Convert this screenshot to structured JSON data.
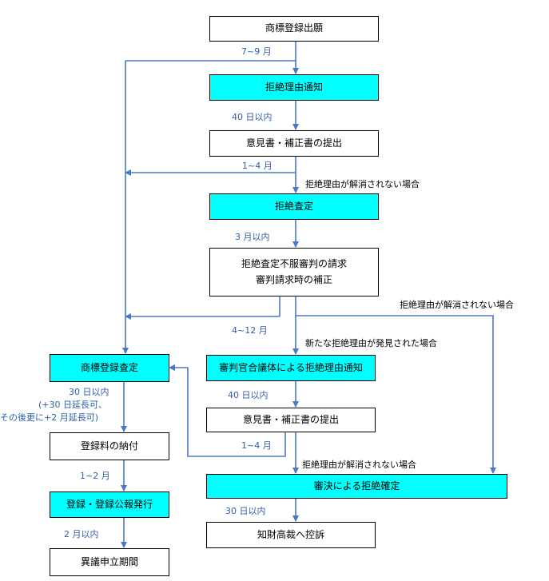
{
  "boxes": {
    "application": "商標登録出願",
    "rejection_notice": "拒絶理由通知",
    "response1": "意見書・補正書の提出",
    "rejection_decision": "拒絶査定",
    "appeal_line1": "拒絶査定不服審判の請求",
    "appeal_line2": "審判請求時の補正",
    "registration_decision": "商標登録査定",
    "panel_notice": "審判官合議体による拒絶理由通知",
    "response2": "意見書・補正書の提出",
    "fee_payment": "登録料の納付",
    "final_rejection": "審決による拒絶確定",
    "publication": "登録・登録公報発行",
    "ip_court": "知財高裁へ控訴",
    "opposition": "異議申立期間"
  },
  "labels": {
    "t_7_9": "7~9 月",
    "t_40a": "40 日以内",
    "t_1_4a": "1~4 月",
    "cond_not_resolved1": "拒絶理由が解消されない場合",
    "t_3": "3 月以内",
    "cond_not_resolved2": "拒絶理由が解消されない場合",
    "t_4_12": "4~12 月",
    "cond_new_reason": "新たな拒絶理由が発見された場合",
    "t_30a_line1": "30 日以内",
    "t_30a_line2": "(+30 日延長可、",
    "t_30a_line3": "その後更に+2 月延長可)",
    "t_40b": "40 日以内",
    "t_1_4b": "1~4 月",
    "cond_not_resolved3": "拒絶理由が解消されない場合",
    "t_1_2": "1~2 月",
    "t_30b": "30 日以内",
    "t_2": "2 月以内"
  },
  "colors": {
    "connector": "#4a78c8",
    "highlight": "#00ffff",
    "time_label": "#2e5fa8"
  }
}
